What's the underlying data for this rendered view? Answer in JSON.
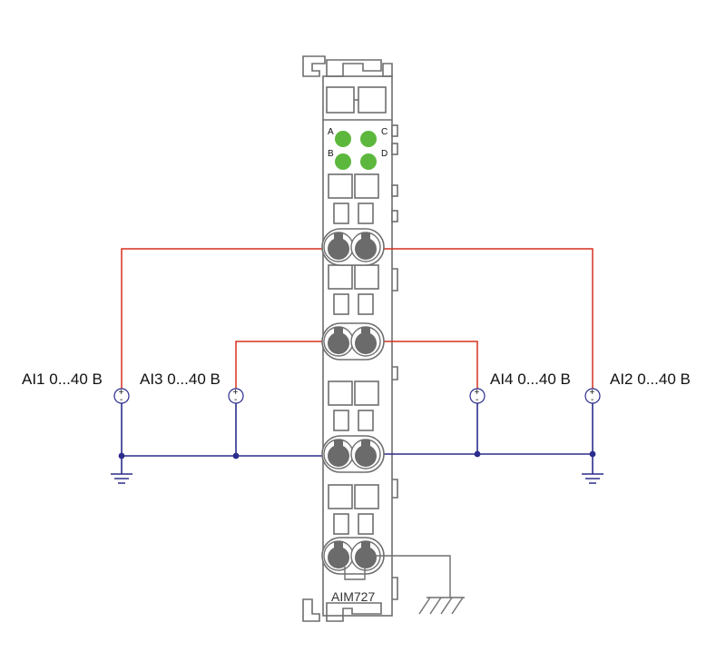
{
  "module": {
    "model": "AIM727",
    "leds": [
      {
        "label": "A",
        "color": "#5cb83c"
      },
      {
        "label": "B",
        "color": "#5cb83c"
      },
      {
        "label": "C",
        "color": "#5cb83c"
      },
      {
        "label": "D",
        "color": "#5cb83c"
      }
    ]
  },
  "channels": {
    "ai1": "AI1 0...40 B",
    "ai2": "AI2 0...40 B",
    "ai3": "AI3 0...40 B",
    "ai4": "AI4 0...40 B"
  },
  "colors": {
    "signal_wire": "#d5311f",
    "common_wire": "#2c2d8c",
    "housing": "#6e6e6e",
    "terminal": "#6b6b6b",
    "led_on": "#5cb83c"
  }
}
